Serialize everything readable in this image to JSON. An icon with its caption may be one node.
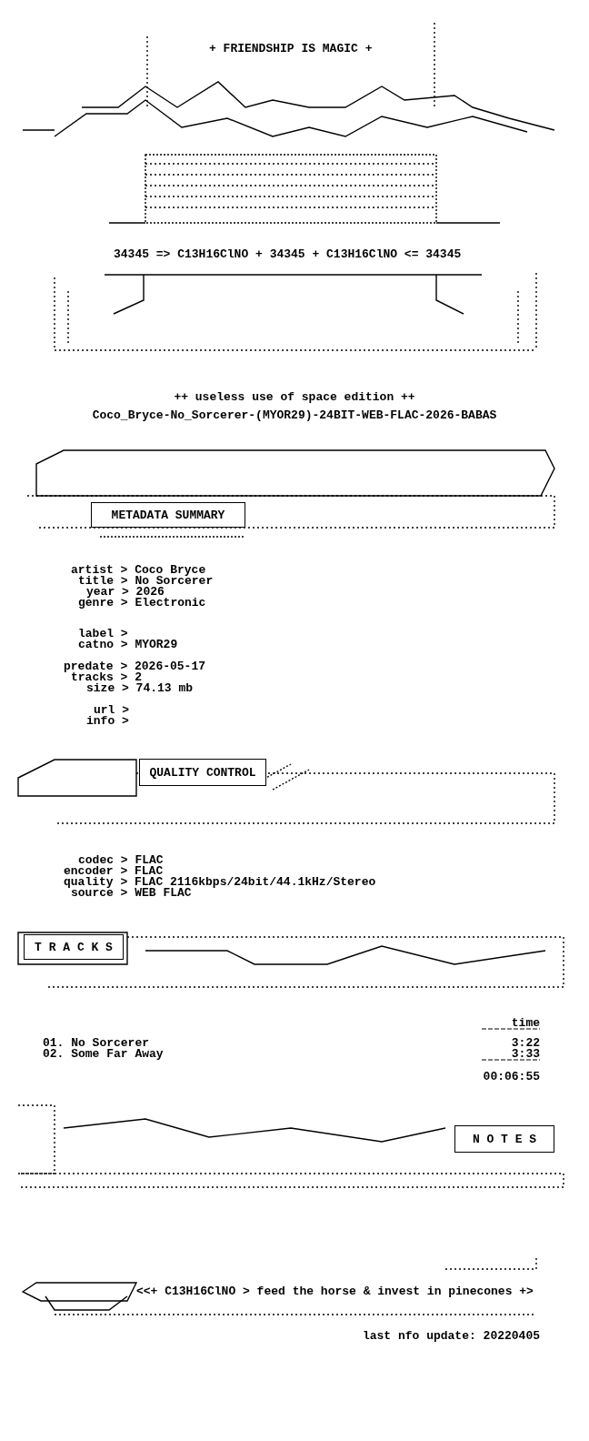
{
  "diagram": {
    "title": "+ FRIENDSHIP IS MAGIC +",
    "nodes": [
      {
        "text": [
          "METADATA SUMMARY"
        ]
      },
      {
        "text": [
          "QUALITY CONTROL"
        ]
      },
      {
        "text": [
          "T R A C K S"
        ]
      },
      {
        "text": [
          "N O T E S"
        ]
      }
    ],
    "labels": [
      "34345 => C13H16ClNO + 34345 + C13H16ClNO <= 34345",
      "++ useless use of space edition ++",
      "Coco_Bryce-No_Sorcerer-(MYOR29)-24BIT-WEB-FLAC-2026-BABAS",
      "artist > Coco Bryce",
      "title > No Sorcerer",
      "year > 2026",
      "genre > Electronic",
      "label >",
      "catno > MYOR29",
      "predate > 2026-05-17",
      "tracks > 2",
      "size > 74.13 mb",
      "url >",
      "info >",
      "codec > FLAC",
      "encoder > FLAC",
      "quality > FLAC 2116kbps/24bit/44.1kHz/Stereo",
      "source > WEB FLAC",
      "time",
      "01. No Sorcerer",
      "3:22",
      "02. Some Far Away",
      "3:33",
      "00:06:55",
      "<<+ C13H16ClNO > feed the horse & invest in pinecones +>",
      "last nfo update: 20220405"
    ]
  }
}
